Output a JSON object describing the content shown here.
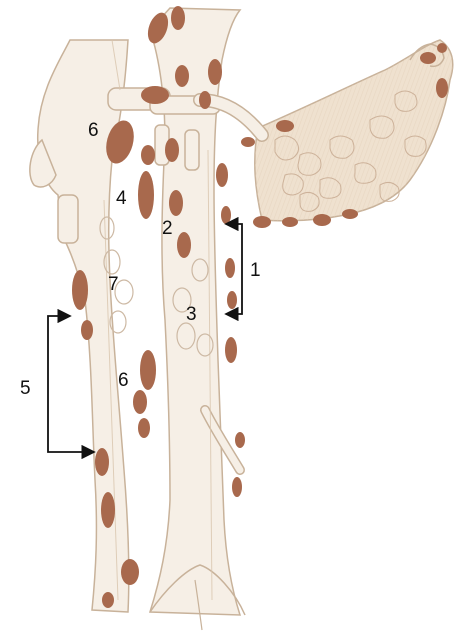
{
  "colors": {
    "vessel_fill": "#f6efe6",
    "vessel_outline": "#c8b29a",
    "vessel_shade": "#d9c5ad",
    "node_fill": "#a8694d",
    "node_outline_pale": "#cdb9a4",
    "pancreas_fill": "#efe1cf",
    "ink": "#111111"
  },
  "labels": {
    "l1": "1",
    "l2": "2",
    "l3": "3",
    "l4": "4",
    "l5": "5",
    "l6_upper": "6",
    "l6_lower": "6",
    "l7": "7"
  },
  "icons": {
    "bracket_right": "bracket-arrow-icon",
    "bracket_left": "bracket-arrow-icon"
  }
}
